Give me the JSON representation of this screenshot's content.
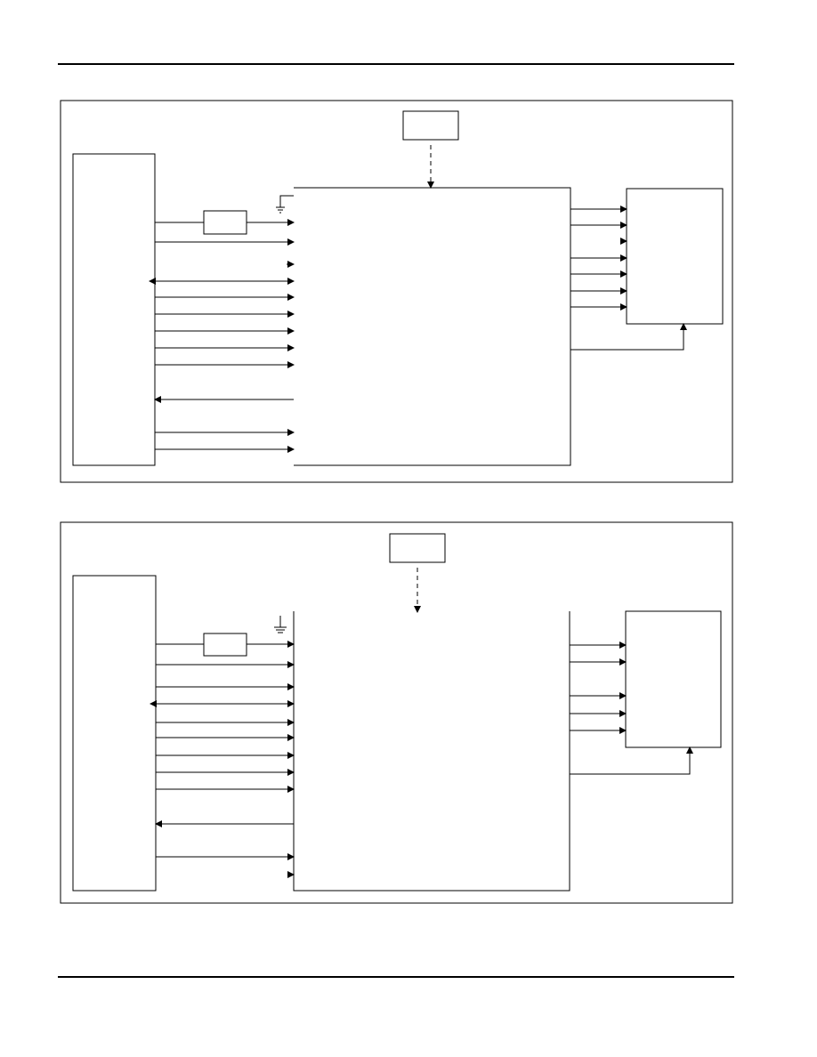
{
  "page": {
    "header_rule": "header-divider",
    "footer_rule": "footer-divider"
  },
  "colors": {
    "line": "#000000",
    "background": "#ffffff"
  },
  "diagrams": [
    {
      "name": "block-diagram-1",
      "ground_symbol": "ground-icon",
      "labels": []
    },
    {
      "name": "block-diagram-2",
      "ground_symbol": "ground-icon",
      "labels": []
    }
  ]
}
